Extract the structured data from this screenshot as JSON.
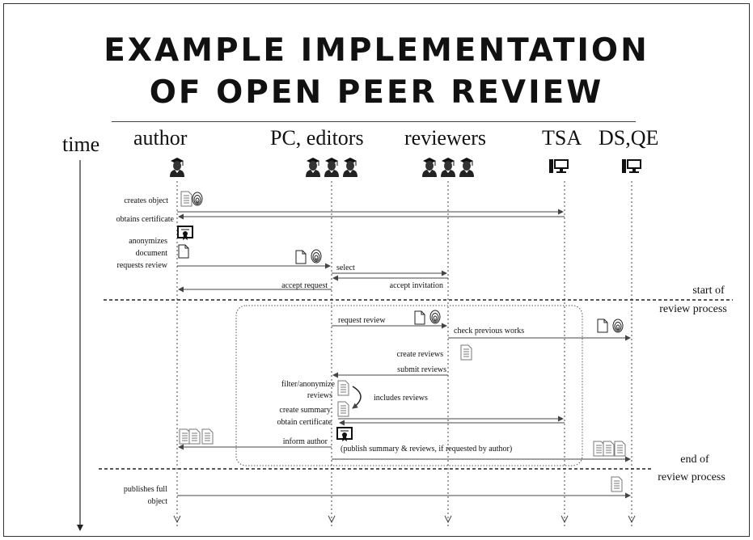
{
  "title": {
    "line1": "EXAMPLE IMPLEMENTATION",
    "line2": "OF OPEN PEER REVIEW"
  },
  "headers": {
    "time": "time",
    "author": "author",
    "pc": "PC, editors",
    "reviewers": "reviewers",
    "tsa": "TSA",
    "dsqe": "DS,QE"
  },
  "labels": {
    "creates_object": "creates object",
    "obtains_certificate": "obtains certificate",
    "anonymizes_1": "anonymizes",
    "anonymizes_2": "document",
    "requests_review": "requests review",
    "select": "select",
    "accept_request": "accept request",
    "accept_invitation": "accept invitation",
    "start_of_1": "start of",
    "start_of_2": "review process",
    "request_review": "request review",
    "check_previous": "check previous works",
    "create_reviews": "create reviews",
    "submit_reviews": "submit reviews",
    "filter_1": "filter/anonymize",
    "filter_2": "reviews",
    "includes_reviews": "includes reviews",
    "create_summary": "create summary",
    "obtain_certificate": "obtain certificate",
    "inform_author": "inform author",
    "publish_summary": "(publish summary & reviews, if requested by author)",
    "end_of_1": "end of",
    "end_of_2": "review process",
    "publishes_1": "publishes full",
    "publishes_2": "object"
  },
  "icons": {
    "person": "person-icon",
    "computer": "computer-icon",
    "document": "document-icon",
    "fingerprint": "fingerprint-icon",
    "certificate": "certificate-icon",
    "text_document": "text-document-icon"
  }
}
